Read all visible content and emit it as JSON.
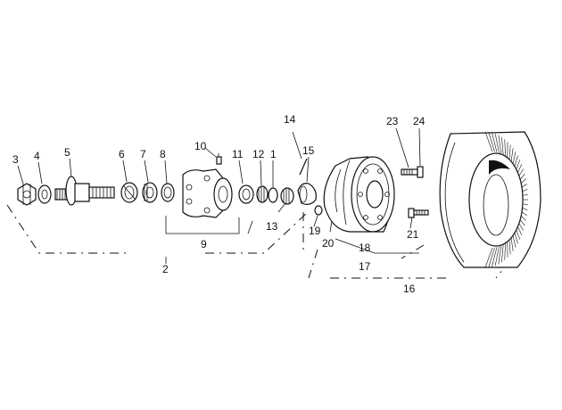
{
  "diagram": {
    "callouts": [
      "3",
      "4",
      "5",
      "6",
      "7",
      "8",
      "10",
      "11",
      "12",
      "1",
      "14",
      "15",
      "9",
      "13",
      "2",
      "19",
      "20",
      "18",
      "17",
      "16",
      "21",
      "23",
      "24"
    ]
  }
}
